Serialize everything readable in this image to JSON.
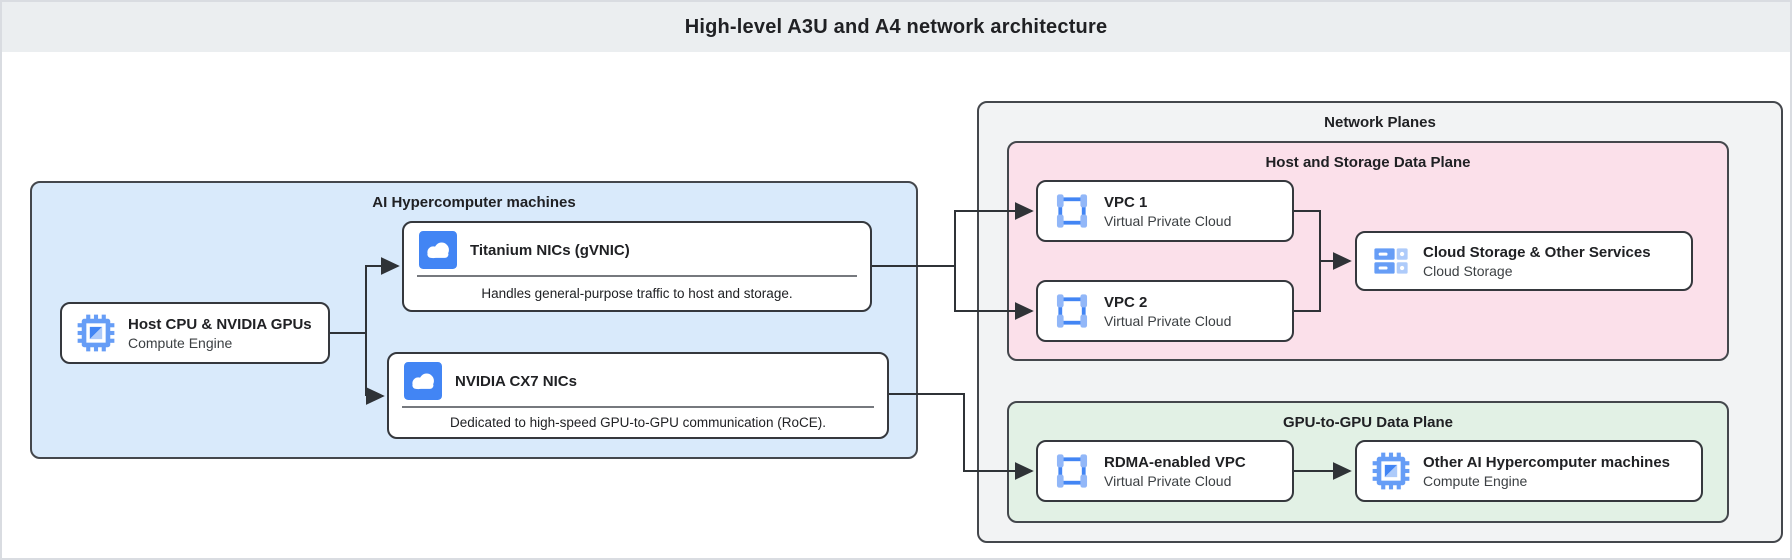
{
  "page": {
    "title": "High-level A3U and A4 network architecture"
  },
  "colors": {
    "header_fill": "#ebeef0",
    "machines_fill": "#d9eafb",
    "network_planes_fill": "#f2f3f4",
    "host_storage_fill": "#fbe0ea",
    "gpu_plane_fill": "#e2f1e5",
    "accent_blue": "#4285f4",
    "icon_light_blue": "#aecbfa",
    "connector": "#2f3337"
  },
  "groups": {
    "ai_machines": {
      "label": "AI Hypercomputer machines"
    },
    "network_planes": {
      "label": "Network Planes"
    },
    "host_storage_plane": {
      "label": "Host and Storage Data Plane"
    },
    "gpu_plane": {
      "label": "GPU-to-GPU Data Plane"
    }
  },
  "nodes": {
    "host_cpu": {
      "title": "Host CPU & NVIDIA GPUs",
      "subtitle": "Compute Engine",
      "icon": "compute-engine-icon"
    },
    "titanium_nics": {
      "title": "Titanium NICs (gVNIC)",
      "description": "Handles general-purpose traffic to host and storage.",
      "icon": "cloud-icon"
    },
    "cx7_nics": {
      "title": "NVIDIA CX7 NICs",
      "description": "Dedicated to high-speed GPU-to-GPU communication (RoCE).",
      "icon": "cloud-icon"
    },
    "vpc1": {
      "title": "VPC 1",
      "subtitle": "Virtual Private Cloud",
      "icon": "vpc-icon"
    },
    "vpc2": {
      "title": "VPC 2",
      "subtitle": "Virtual Private Cloud",
      "icon": "vpc-icon"
    },
    "cloud_storage": {
      "title": "Cloud Storage & Other Services",
      "subtitle": "Cloud Storage",
      "icon": "cloud-storage-icon"
    },
    "rdma_vpc": {
      "title": "RDMA-enabled VPC",
      "subtitle": "Virtual Private Cloud",
      "icon": "vpc-icon"
    },
    "other_machines": {
      "title": "Other AI Hypercomputer machines",
      "subtitle": "Compute Engine",
      "icon": "compute-engine-icon"
    }
  }
}
